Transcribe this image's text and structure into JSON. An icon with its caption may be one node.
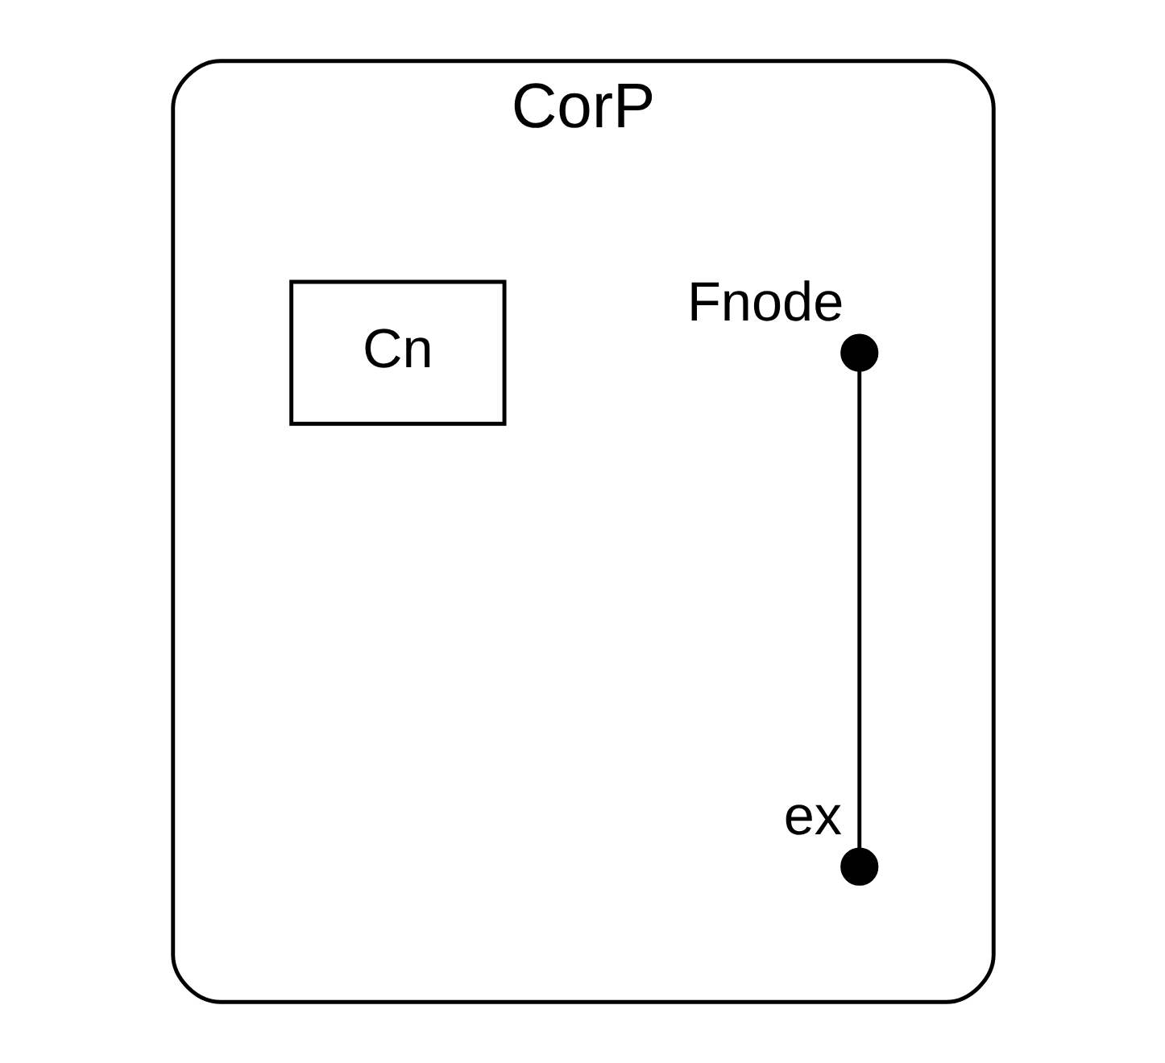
{
  "diagram": {
    "nodes": [
      {
        "text": [
          "CorP"
        ]
      },
      {
        "text": [],
        "shape": "circle",
        "beside": [
          "Fnode"
        ],
        "in": 0
      },
      {
        "text": [
          "Cn"
        ],
        "in": 0
      },
      {
        "text": [],
        "shape": "circle",
        "beside": [
          "ex"
        ],
        "in": 0
      }
    ],
    "edges": [
      {
        "from": 1,
        "to": 3,
        "arrow": "none"
      }
    ]
  }
}
